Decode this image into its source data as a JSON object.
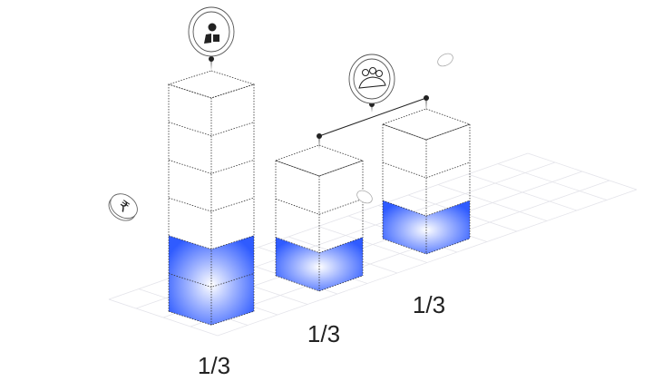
{
  "columns": [
    {
      "label": "1/3",
      "blocks": 6,
      "filled_blocks": 2
    },
    {
      "label": "1/3",
      "blocks": 3,
      "filled_blocks": 1
    },
    {
      "label": "1/3",
      "blocks": 3,
      "filled_blocks": 1
    }
  ],
  "icons": [
    "person-badge-icon",
    "group-icon",
    "rupee-coin-icon"
  ],
  "colors": {
    "fill": "#2f5bff",
    "glow": "#ffffff",
    "line": "#222222"
  }
}
